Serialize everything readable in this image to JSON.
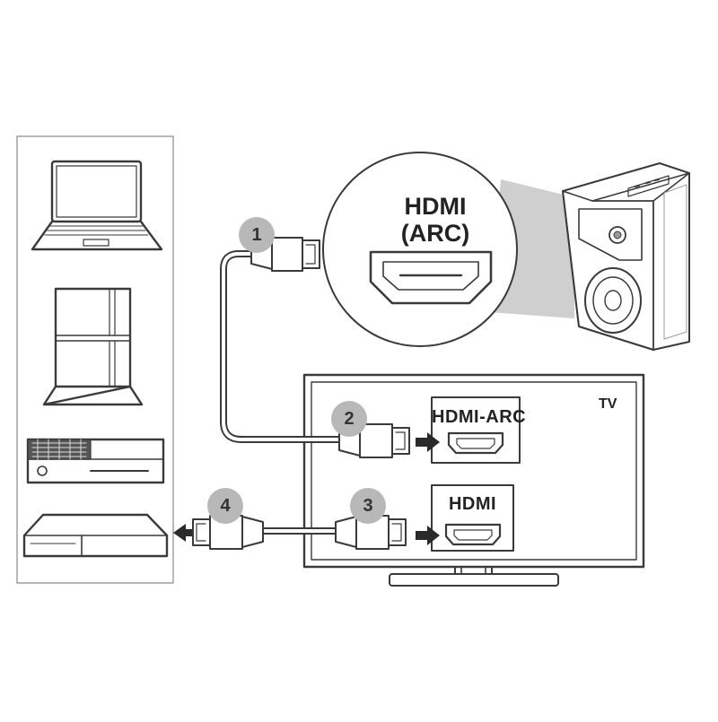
{
  "callout": {
    "line1": "HDMI",
    "line2": "(ARC)"
  },
  "ports": {
    "arc_label": "HDMI-ARC",
    "hdmi_label": "HDMI"
  },
  "tv": {
    "label": "TV"
  },
  "steps": [
    "1",
    "2",
    "3",
    "4"
  ],
  "devices": [
    "laptop-icon",
    "game-console-vertical-icon",
    "game-console-horizontal-icon",
    "set-top-box-icon"
  ],
  "colors": {
    "line": "#3a3a3a",
    "badge": "#b8b8b8",
    "speaker_shade": "#cfcfcf"
  }
}
